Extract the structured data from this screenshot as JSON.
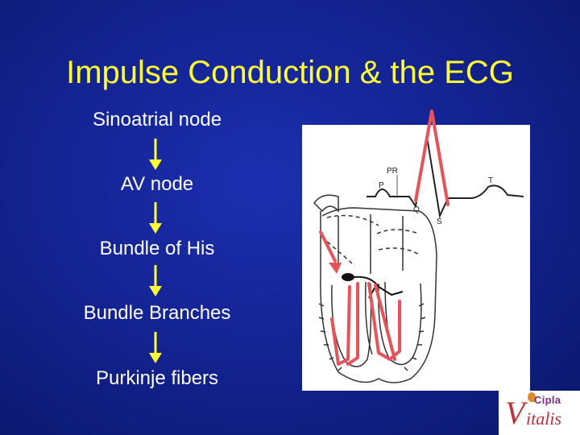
{
  "title": "Impulse Conduction & the ECG",
  "steps": [
    "Sinoatrial node",
    "AV node",
    "Bundle of His",
    "Bundle Branches",
    "Purkinje fibers"
  ],
  "ecg_labels": {
    "pr": "PR",
    "p": "P",
    "q": "Q",
    "s": "S",
    "t": "T"
  },
  "logo": {
    "line1": "Cipla",
    "initial": "V",
    "rest": "italis"
  },
  "colors": {
    "title": "#ffff33",
    "text": "#ffffff",
    "arrow": "#ffff33",
    "highlight": "#e8535a"
  }
}
